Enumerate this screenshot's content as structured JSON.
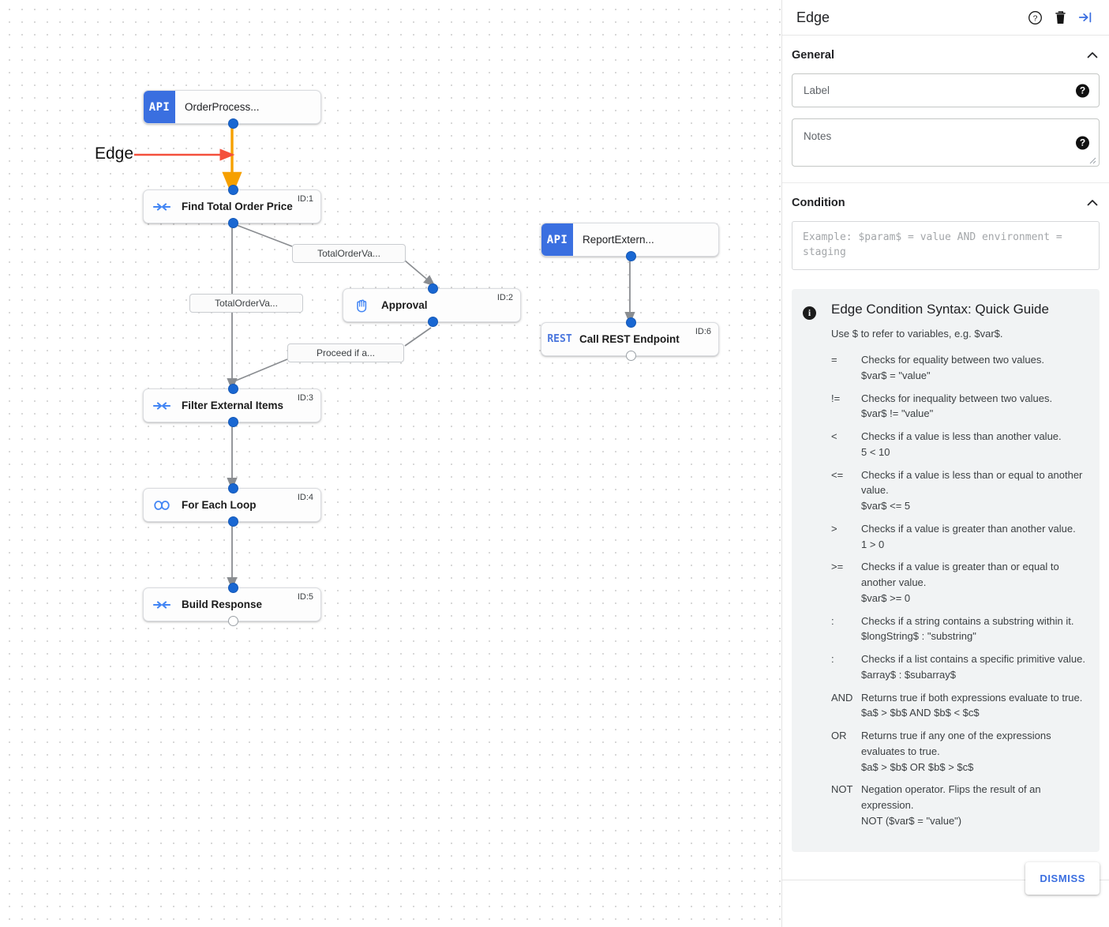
{
  "canvas": {
    "annotation": {
      "label": "Edge",
      "arrow_color": "#f4503c"
    },
    "highlight_edge_color": "#f6a000",
    "nodes": [
      {
        "id": "n0",
        "badge": "API",
        "title": "OrderProcess...",
        "type": "api",
        "id_label": ""
      },
      {
        "id": "n1",
        "icon": "merge-arrows-icon",
        "title": "Find Total Order Price",
        "type": "step",
        "id_label": "ID:1"
      },
      {
        "id": "n2",
        "icon": "hand-icon",
        "title": "Approval",
        "type": "step",
        "id_label": "ID:2"
      },
      {
        "id": "n3",
        "icon": "merge-arrows-icon",
        "title": "Filter External Items",
        "type": "step",
        "id_label": "ID:3"
      },
      {
        "id": "n4",
        "icon": "infinity-icon",
        "title": "For Each Loop",
        "type": "step",
        "id_label": "ID:4"
      },
      {
        "id": "n5",
        "icon": "merge-arrows-icon",
        "title": "Build Response",
        "type": "step",
        "id_label": "ID:5"
      },
      {
        "id": "n6",
        "badge": "API",
        "title": "ReportExtern...",
        "type": "api",
        "id_label": ""
      },
      {
        "id": "n7",
        "badge": "REST",
        "title": "Call REST Endpoint",
        "type": "rest",
        "id_label": "ID:6"
      }
    ],
    "edge_labels": [
      {
        "text": "TotalOrderVa..."
      },
      {
        "text": "TotalOrderVa..."
      },
      {
        "text": "Proceed if a..."
      }
    ]
  },
  "panel": {
    "title": "Edge",
    "header_icons": [
      "help-icon",
      "delete-icon",
      "collapse-panel-icon"
    ],
    "general": {
      "title": "General",
      "label_field": {
        "placeholder": "Label",
        "value": ""
      },
      "notes_field": {
        "placeholder": "Notes",
        "value": ""
      },
      "help_glyph": "?"
    },
    "condition": {
      "title": "Condition",
      "placeholder": "Example: $param$ = value AND environment = staging",
      "value": ""
    },
    "guide": {
      "title": "Edge Condition Syntax: Quick Guide",
      "subtitle": "Use $ to refer to variables, e.g. $var$.",
      "rows": [
        {
          "op": "=",
          "desc": "Checks for equality between two values.",
          "example": "$var$ = \"value\""
        },
        {
          "op": "!=",
          "desc": "Checks for inequality between two values.",
          "example": "$var$ != \"value\""
        },
        {
          "op": "<",
          "desc": "Checks if a value is less than another value.",
          "example": "5 < 10"
        },
        {
          "op": "<=",
          "desc": "Checks if a value is less than or equal to another value.",
          "example": "$var$ <= 5"
        },
        {
          "op": ">",
          "desc": "Checks if a value is greater than another value.",
          "example": "1 > 0"
        },
        {
          "op": ">=",
          "desc": "Checks if a value is greater than or equal to another value.",
          "example": "$var$ >= 0"
        },
        {
          "op": ":",
          "desc": "Checks if a string contains a substring within it.",
          "example": "$longString$ : \"substring\""
        },
        {
          "op": ":",
          "desc": "Checks if a list contains a specific primitive value.",
          "example": "$array$ : $subarray$"
        },
        {
          "op": "AND",
          "desc": "Returns true if both expressions evaluate to true.",
          "example": "$a$ > $b$ AND $b$ < $c$"
        },
        {
          "op": "OR",
          "desc": "Returns true if any one of the expressions evaluates to true.",
          "example": "$a$ > $b$ OR $b$ > $c$"
        },
        {
          "op": "NOT",
          "desc": "Negation operator. Flips the result of an expression.",
          "example": "NOT ($var$ = \"value\")"
        }
      ]
    },
    "dismiss_label": "DISMISS"
  }
}
